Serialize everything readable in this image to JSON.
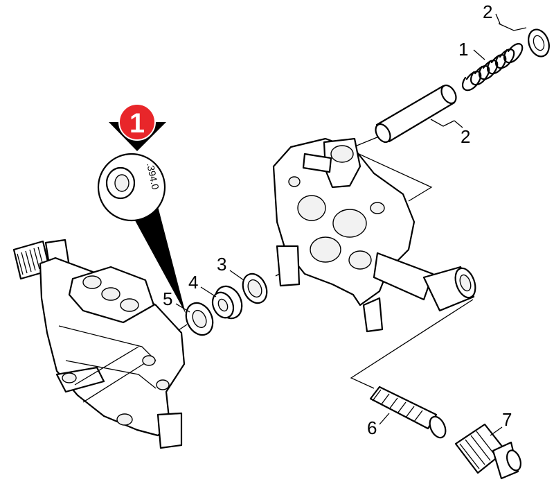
{
  "callouts": {
    "c1": "1",
    "c2a": "2",
    "c2b": "2",
    "c3": "3",
    "c4": "4",
    "c5": "5",
    "c6": "6",
    "c7": "7"
  },
  "badge": {
    "number": "1",
    "color": "#e8262a"
  },
  "seal_marking": ".394.0"
}
